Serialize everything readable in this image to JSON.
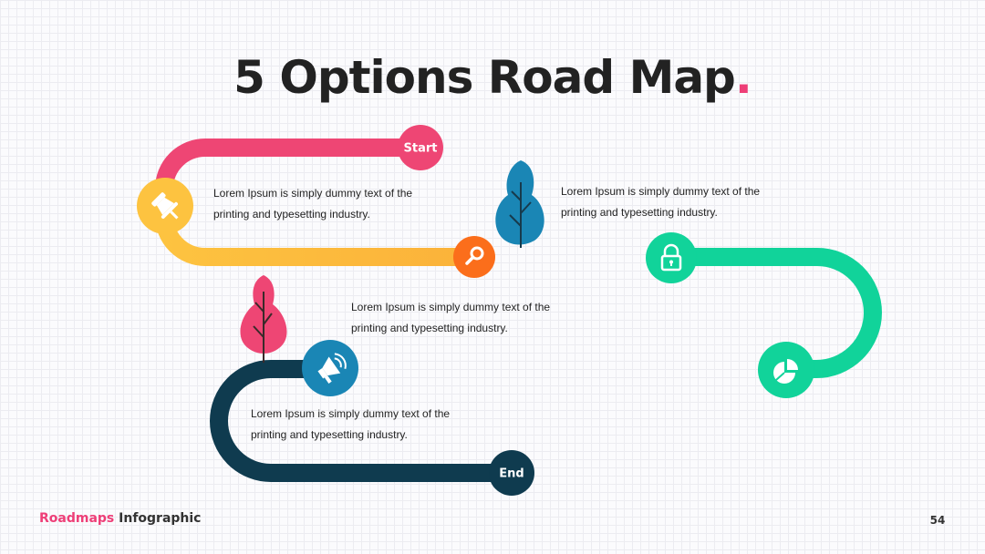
{
  "title": {
    "text": "5 Options Road Map",
    "dot": "."
  },
  "nodes": {
    "start": "Start",
    "end": "End"
  },
  "descriptions": [
    "Lorem Ipsum is simply dummy text of the printing and typesetting industry.",
    "Lorem Ipsum is simply dummy text of the printing and typesetting industry.",
    "Lorem Ipsum is simply dummy text of the printing and typesetting industry.",
    "Lorem Ipsum is simply dummy text of the printing and typesetting industry."
  ],
  "footer": {
    "brand_accent": "Roadmaps",
    "brand_rest": " Infographic",
    "page": "54"
  },
  "colors": {
    "pink": "#ee4674",
    "yellow": "#fdc340",
    "orange": "#fb6e1b",
    "green": "#11d39a",
    "blue": "#1a86b5",
    "navy": "#0f3b4f"
  },
  "icons": [
    "pin-icon",
    "search-icon",
    "lock-icon",
    "pie-chart-icon",
    "megaphone-icon",
    "tree-icon"
  ]
}
